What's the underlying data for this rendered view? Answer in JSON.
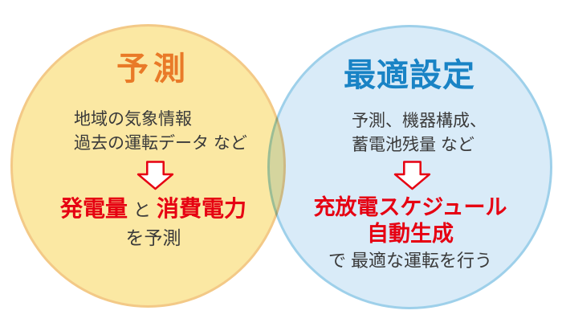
{
  "diagram": {
    "type": "venn-two-circles",
    "accent_red": "#E60012",
    "text_color": "#3A3A3A",
    "left_circle": {
      "title": "予測",
      "title_color": "#E97A28",
      "fill_color": "#FBE8A3",
      "border_color": "#F3C987",
      "inputs": [
        "地域の気象情報",
        "過去の運転データ など"
      ],
      "arrow_icon": "down-block-arrow",
      "result_red_1": "発電量",
      "result_connector": "と",
      "result_red_2": "消費電力",
      "result_suffix": "を予測"
    },
    "right_circle": {
      "title": "最適設定",
      "title_color": "#1983C5",
      "fill_color": "#D9EBF8",
      "border_color": "#9ED0EA",
      "inputs": [
        "予測、機器構成、",
        "蓄電池残量 など"
      ],
      "arrow_icon": "down-block-arrow",
      "result_red_1": "充放電スケジュール",
      "result_red_2": "自動生成",
      "result_suffix": "で 最適な運転を行う"
    }
  }
}
